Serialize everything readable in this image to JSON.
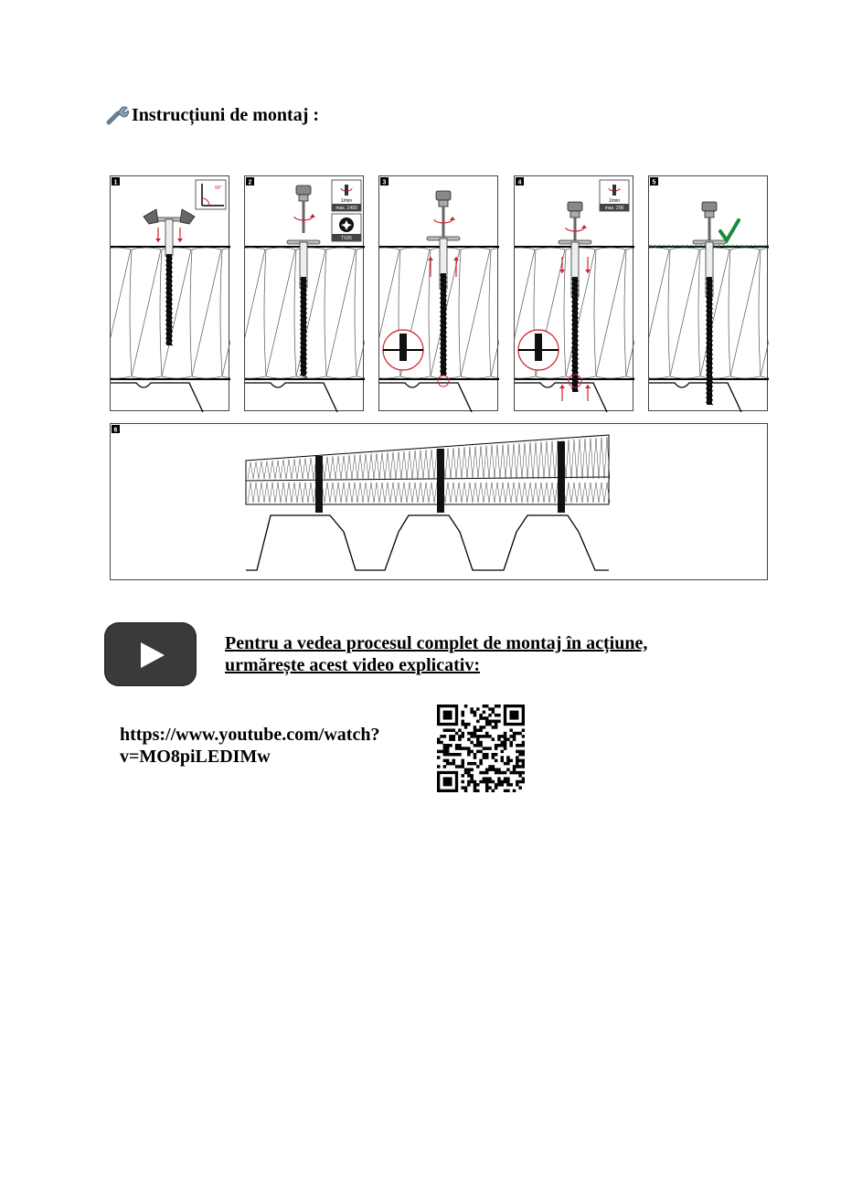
{
  "title": "Instrucțiuni de montaj :",
  "title_icon": "wrench-icon",
  "steps": [
    {
      "number": "1",
      "badge": "90°"
    },
    {
      "number": "2",
      "badge_top": "1/min",
      "badge_max": "max. 1400",
      "badge_bit": "TX25"
    },
    {
      "number": "3"
    },
    {
      "number": "4",
      "badge_top": "1/min",
      "badge_max": "max. 200"
    },
    {
      "number": "5"
    },
    {
      "number": "6"
    }
  ],
  "video": {
    "icon": "youtube-play-icon",
    "text_line1": "Pentru a vedea procesul complet de montaj în acțiune,",
    "text_line2": "urmărește acest video explicativ:"
  },
  "link": {
    "line1": "https://www.youtube.com/watch?",
    "line2": "v=MO8piLEDIMw"
  },
  "qr_icon": "qr-code-icon",
  "colors": {
    "accent_red": "#d0202f",
    "check_green": "#1c8a3a",
    "line": "#222222"
  }
}
